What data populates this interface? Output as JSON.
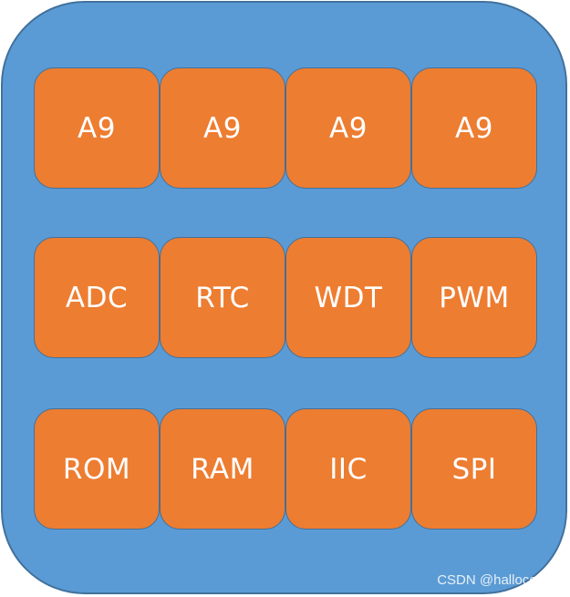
{
  "diagram": {
    "rows": [
      [
        "A9",
        "A9",
        "A9",
        "A9"
      ],
      [
        "ADC",
        "RTC",
        "WDT",
        "PWM"
      ],
      [
        "ROM",
        "RAM",
        "IIC",
        "SPI"
      ]
    ]
  },
  "watermark": "CSDN @hallocou",
  "colors": {
    "chip_fill": "#5b9bd5",
    "chip_border": "#41719c",
    "block_fill": "#ed7d31",
    "block_text": "#ffffff"
  }
}
